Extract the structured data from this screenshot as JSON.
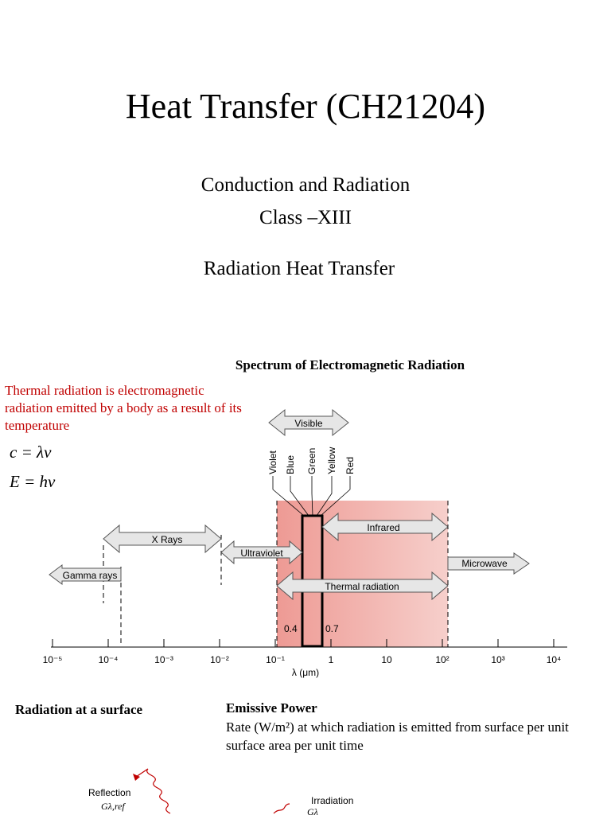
{
  "title": "Heat Transfer (CH21204)",
  "subtitle_1": "Conduction and Radiation",
  "subtitle_2": "Class –XIII",
  "subtitle_3": "Radiation Heat Transfer",
  "spectrum": {
    "title": "Spectrum of Electromagnetic Radiation",
    "axis_label": "λ (μm)",
    "ticks": [
      "10⁻⁵",
      "10⁻⁴",
      "10⁻³",
      "10⁻²",
      "10⁻¹",
      "1",
      "10",
      "10²",
      "10³",
      "10⁴"
    ],
    "bands": {
      "visible": "Visible",
      "infrared": "Infrared",
      "x_rays": "X Rays",
      "ultraviolet": "Ultraviolet",
      "gamma_rays": "Gamma rays",
      "microwave": "Microwave",
      "thermal_radiation": "Thermal radiation"
    },
    "colors": [
      "Violet",
      "Blue",
      "Green",
      "Yellow",
      "Red"
    ],
    "visible_start": "0.4",
    "visible_end": "0.7",
    "highlight_color": "#f0a8a2"
  },
  "thermal_note": "Thermal radiation is electromagnetic radiation emitted by a body as a result of its temperature",
  "equation_1": "c = λν",
  "equation_2": "E = hν",
  "radiation_surface": "Radiation at a surface",
  "emissive": {
    "title": "Emissive Power",
    "text": "Rate (W/m²) at which radiation is emitted from surface per unit surface area per unit time"
  },
  "figure_labels": {
    "reflection": "Reflection",
    "reflection_symbol": "Gλ,ref",
    "irradiation": "Irradiation",
    "irradiation_symbol": "Gλ"
  },
  "note_color": "#c00000"
}
